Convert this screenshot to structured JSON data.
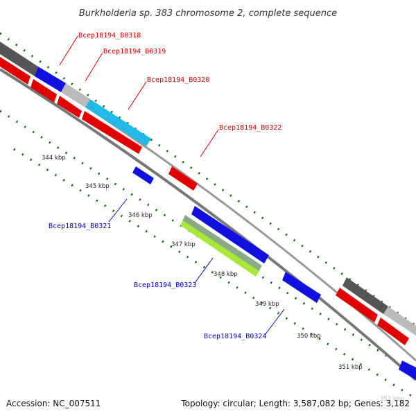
{
  "title": "Burkholderia sp. 383 chromosome 2, complete sequence",
  "footer": {
    "accession": "Accession: NC_007511",
    "topology": "Topology: circular; Length: 3,587,082 bp; Genes: 3,182"
  },
  "colors": {
    "forward_label": "#d40000",
    "reverse_label": "#0000cc",
    "tick": "#006400",
    "backbone": "#8a8a8a"
  },
  "ticks": [
    {
      "label": "344 kbp"
    },
    {
      "label": "345 kbp"
    },
    {
      "label": "346 kbp"
    },
    {
      "label": "347 kbp"
    },
    {
      "label": "348 kbp"
    },
    {
      "label": "349 kbp"
    },
    {
      "label": "350 kbp"
    },
    {
      "label": "351 kbp"
    },
    {
      "label": "352 kbp"
    }
  ],
  "gene_labels": [
    {
      "text": "Bcep18194_B0318",
      "strand": "forward"
    },
    {
      "text": "Bcep18194_B0319",
      "strand": "forward"
    },
    {
      "text": "Bcep18194_B0320",
      "strand": "forward"
    },
    {
      "text": "Bcep18194_B0322",
      "strand": "forward"
    },
    {
      "text": "Bcep18194_B0321",
      "strand": "reverse"
    },
    {
      "text": "Bcep18194_B0323",
      "strand": "reverse"
    },
    {
      "text": "Bcep18194_B0324",
      "strand": "reverse"
    }
  ]
}
